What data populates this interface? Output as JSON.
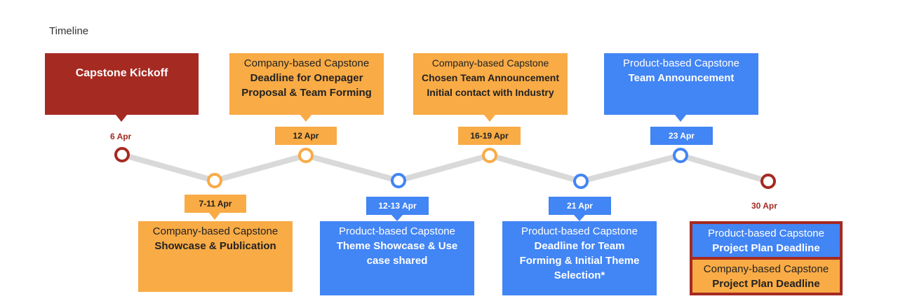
{
  "title": "Timeline",
  "events": {
    "kickoff": {
      "date": "6 Apr",
      "line1": "Capstone Kickoff"
    },
    "onepager": {
      "date": "12 Apr",
      "line1": "Company-based Capstone",
      "line2a": "Deadline for Onepager",
      "line2b": "Proposal & Team Forming"
    },
    "chosen": {
      "date": "16-19 Apr",
      "line1": "Company-based Capstone",
      "line2a": "Chosen Team Announcement",
      "line2b": "Initial contact with Industry"
    },
    "product_team": {
      "date": "23 Apr",
      "line1": "Product-based Capstone",
      "line2a": "Team Announcement"
    },
    "showcase": {
      "date": "7-11 Apr",
      "line1": "Company-based Capstone",
      "line2a": "Showcase & Publication"
    },
    "theme_showcase": {
      "date": "12-13 Apr",
      "line1": "Product-based Capstone",
      "line2a": "Theme Showcase & Use",
      "line2b": "case shared"
    },
    "team_forming": {
      "date": "21 Apr",
      "line1": "Product-based Capstone",
      "line2a": "Deadline for Team",
      "line2b": "Forming & Initial Theme",
      "line2c": "Selection*"
    },
    "project_plan": {
      "date": "30 Apr",
      "top_line1": "Product-based Capstone",
      "top_line2": "Project Plan Deadline",
      "bot_line1": "Company-based Capstone",
      "bot_line2": "Project Plan Deadline"
    }
  },
  "colors": {
    "orange": "#f9ab45",
    "blue": "#4285f4",
    "red": "#a52a22",
    "connector": "#d9d9d9"
  }
}
